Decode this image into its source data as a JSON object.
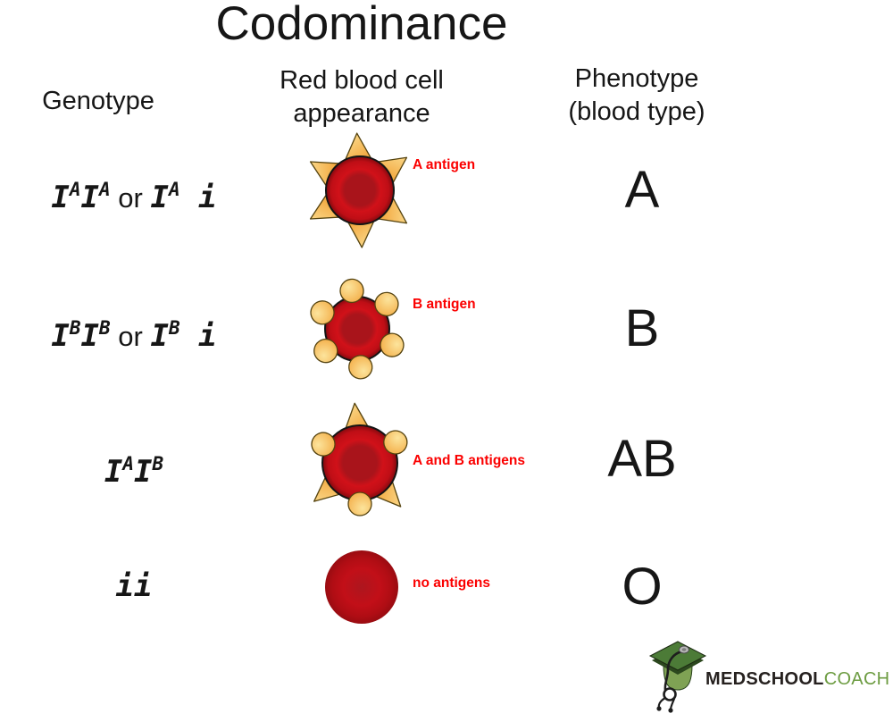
{
  "title": "Codominance",
  "headers": {
    "genotype": "Genotype",
    "appearance_line1": "Red blood cell",
    "appearance_line2": "appearance",
    "phenotype_line1": "Phenotype",
    "phenotype_line2": "(blood type)"
  },
  "rows": [
    {
      "genotype": [
        {
          "text": "I",
          "style": "gene"
        },
        {
          "text": "A",
          "style": "sup"
        },
        {
          "text": "I",
          "style": "gene"
        },
        {
          "text": "A",
          "style": "sup"
        },
        {
          "text": " or ",
          "style": "or"
        },
        {
          "text": "I",
          "style": "gene"
        },
        {
          "text": "A",
          "style": "sup"
        },
        {
          "text": " i",
          "style": "gene"
        }
      ],
      "antigen_label": "A antigen",
      "cell_type": "A",
      "phenotype": "A"
    },
    {
      "genotype": [
        {
          "text": "I",
          "style": "gene"
        },
        {
          "text": "B",
          "style": "sup"
        },
        {
          "text": "I",
          "style": "gene"
        },
        {
          "text": "B",
          "style": "sup"
        },
        {
          "text": " or ",
          "style": "or"
        },
        {
          "text": "I",
          "style": "gene"
        },
        {
          "text": "B",
          "style": "sup"
        },
        {
          "text": " i",
          "style": "gene"
        }
      ],
      "antigen_label": "B antigen",
      "cell_type": "B",
      "phenotype": "B"
    },
    {
      "genotype": [
        {
          "text": "I",
          "style": "gene"
        },
        {
          "text": "A",
          "style": "sup"
        },
        {
          "text": "I",
          "style": "gene"
        },
        {
          "text": "B",
          "style": "sup"
        }
      ],
      "antigen_label": "A and B antigens",
      "cell_type": "AB",
      "phenotype": "AB"
    },
    {
      "genotype": [
        {
          "text": "ii",
          "style": "gene"
        }
      ],
      "antigen_label": "no antigens",
      "cell_type": "none",
      "phenotype": "O"
    }
  ],
  "logo": {
    "text_bold": "MEDSCHOOL",
    "text_light": "COACH"
  },
  "colors": {
    "text_dark": "#161616",
    "label_red": "#fb0000",
    "cell_center": "#a9141b",
    "cell_mid": "#d11119",
    "cell_mid2": "#bf0e16",
    "cell_edge": "#7f0a0e",
    "cell_o_center": "#ad161e",
    "cell_o_mid": "#c20f18",
    "cell_o_mid2": "#b00d14",
    "cell_o_edge": "#990c11",
    "antigen_light": "#fce49c",
    "antigen_deep": "#f2a53a",
    "antigen_stroke": "#55430f",
    "cell_stroke": "#141414",
    "logo_text_dark": "#26211f",
    "logo_green": "#6d9c42",
    "logo_cap_green": "#4c7b37",
    "logo_cap_dark": "#2c481e",
    "logo_cap_body": "#7fa254"
  }
}
